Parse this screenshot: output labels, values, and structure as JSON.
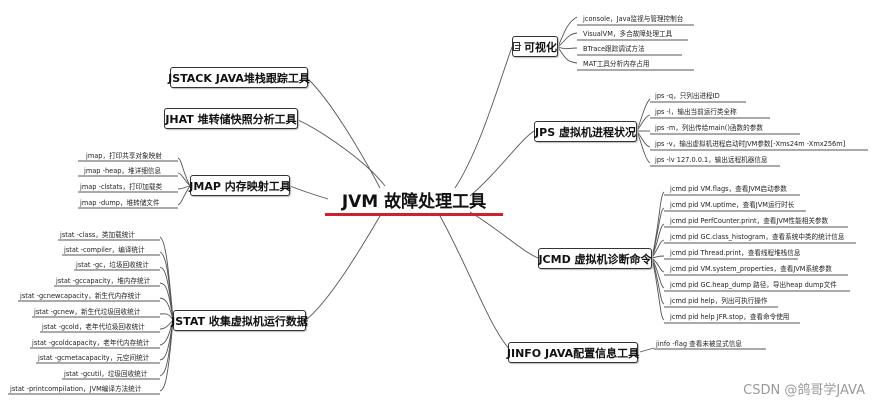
{
  "center": "JVM 故障处理工具",
  "branches": {
    "visual": {
      "label": "可视化",
      "items": [
        "jconsole，Java监视与管理控制台",
        "VisualVM，多合故障处理工具",
        "BTrace跟踪调试方法",
        "MAT工具分析内存占用"
      ]
    },
    "jps": {
      "label": "JPS 虚拟机进程状况",
      "items": [
        "jps -q，只列出进程ID",
        "jps -l，输出当前运行类全称",
        "jps -m，列出传给main()函数的参数",
        "jps -v，输出虚拟机进程启动时JVM参数[-Xms24m -Xmx256m]",
        "jps -lv 127.0.0.1，输出远程机器信息"
      ]
    },
    "jcmd": {
      "label": "JCMD 虚拟机诊断命令",
      "items": [
        "jcmd pid VM.flags，查看JVM启动参数",
        "jcmd pid VM.uptime，查看JVM运行时长",
        "jcmd pid PerfCounter.print，查看JVM性能相关参数",
        "jcmd pid GC.class_histogram，查看系统中类的统计信息",
        "jcmd pid Thread.print，查看线程堆栈信息",
        "jcmd pid VM.system_properties，查看JVM系统参数",
        "jcmd pid GC.heap_dump 路径，导出heap dump文件",
        "jcmd pid help，列出可执行操作",
        "jcmd pid help JFR.stop，查看命令使用"
      ]
    },
    "jinfo": {
      "label": "JINFO JAVA配置信息工具",
      "items": [
        "jinfo -flag 查看未被显式信息"
      ]
    },
    "jstack": {
      "label": "JSTACK JAVA堆栈跟踪工具"
    },
    "jhat": {
      "label": "JHAT 堆转储快照分析工具"
    },
    "jmap": {
      "label": "JMAP 内存映射工具",
      "items": [
        "jmap，打印共享对象映射",
        "jmap -heap，堆详细信息",
        "jmap -clstats，打印加载类",
        "jmap -dump，堆转储文件"
      ]
    },
    "jstat": {
      "label": "JSTAT 收集虚拟机运行数据",
      "items": [
        "jstat -class，类加载统计",
        "jstat -compiler，编译统计",
        "jstat -gc，垃圾回收统计",
        "jstat -gccapacity，堆内存统计",
        "jstat -gcnewcapacity，新生代内存统计",
        "jstat -gcnew，新生代垃圾回收统计",
        "jstat -gcold，老年代垃圾回收统计",
        "jstat -gcoldcapacity，老年代内存统计",
        "jstat -gcmetacapacity，元空间统计",
        "jstat -gcutil，垃圾回收统计",
        "jstat -printcompilation，JVM编译方法统计"
      ]
    }
  },
  "watermark": "CSDN @鸽哥学JAVA"
}
